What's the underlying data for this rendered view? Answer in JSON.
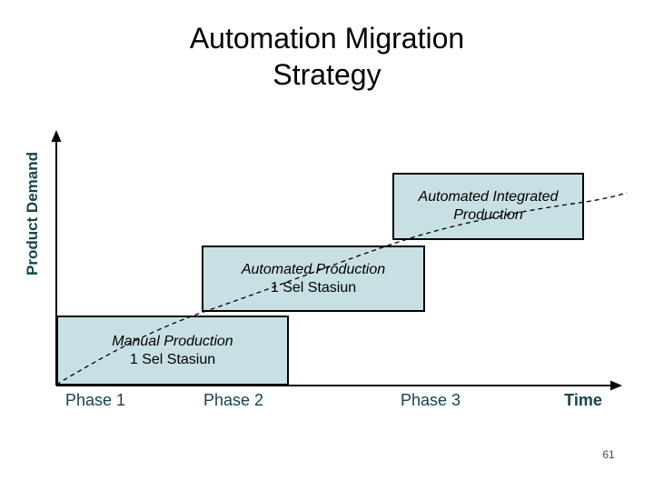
{
  "slide": {
    "title_line1": "Automation Migration",
    "title_line2": "Strategy",
    "page_number": "61"
  },
  "diagram": {
    "type": "stepped-growth-diagram",
    "y_axis_label": "Product Demand",
    "time_label": "Time",
    "phases": [
      {
        "label": "Phase 1"
      },
      {
        "label": "Phase 2"
      },
      {
        "label": "Phase 3"
      }
    ],
    "boxes": [
      {
        "line1": "Manual Production",
        "line2": "1 Sel Stasiun"
      },
      {
        "line1": "Automated Production",
        "line2": "1 Sel Stasiun"
      },
      {
        "line1": "Automated Integrated",
        "line2": "Production"
      }
    ],
    "curve": "dashed growth curve rising from origin through the three boxes and flattening at top right",
    "colors": {
      "box_fill": "#c8e0e4",
      "box_border": "#000000",
      "axis": "#000000",
      "axis_label_text": "#16444c",
      "title_text": "#000000",
      "curve": "#000000"
    }
  }
}
